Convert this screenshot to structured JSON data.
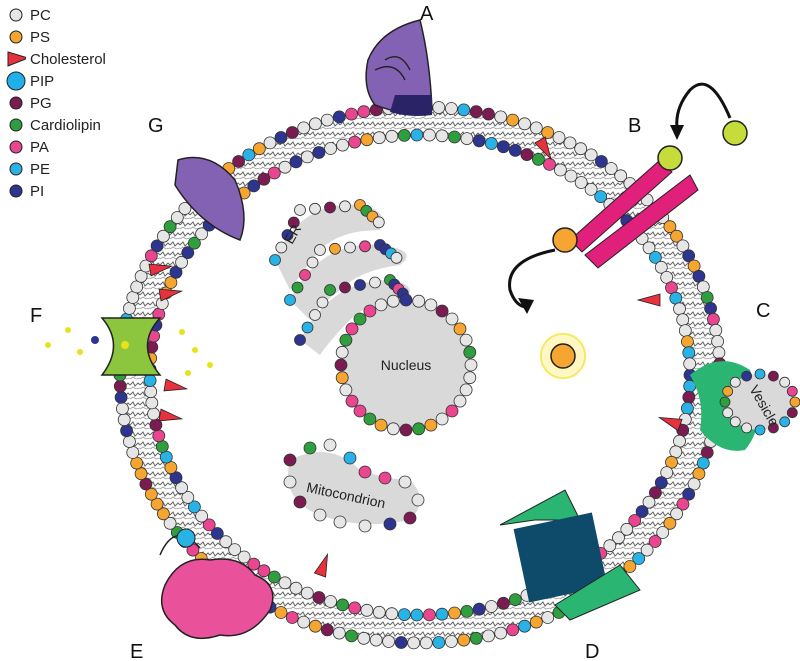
{
  "legend": [
    {
      "label": "PC",
      "color": "#e6e6e6",
      "shape": "circle"
    },
    {
      "label": "PS",
      "color": "#f5a530",
      "shape": "circle"
    },
    {
      "label": "Cholesterol",
      "color": "#e8313e",
      "shape": "wedge"
    },
    {
      "label": "PIP",
      "color": "#1fb0e8",
      "shape": "circle-large"
    },
    {
      "label": "PG",
      "color": "#7a1c52",
      "shape": "circle"
    },
    {
      "label": "Cardiolipin",
      "color": "#2f9e3e",
      "shape": "circle"
    },
    {
      "label": "PA",
      "color": "#e9468f",
      "shape": "circle"
    },
    {
      "label": "PE",
      "color": "#29b2e6",
      "shape": "circle"
    },
    {
      "label": "PI",
      "color": "#2e3590",
      "shape": "circle"
    }
  ],
  "labels": {
    "A": "A",
    "B": "B",
    "C": "C",
    "D": "D",
    "E": "E",
    "F": "F",
    "G": "G"
  },
  "organelles": {
    "er": "ER",
    "nucleus": "Nucleus",
    "mitochondrion": "Mitocondrion",
    "vesicle": "Vesicle"
  },
  "colors": {
    "protein_a": "#8462b3",
    "protein_a_dark": "#2a2466",
    "scramblase": "#e0207a",
    "ligand": "#c6dc3a",
    "channel": "#8cc63f",
    "flippase": "#e9519b",
    "pump": "#2bb573",
    "pump_core": "#0e4a6a",
    "vesicle_coat": "#2bb573",
    "membrane_tail": "#555555",
    "organelle_fill": "#d9d9d9"
  }
}
